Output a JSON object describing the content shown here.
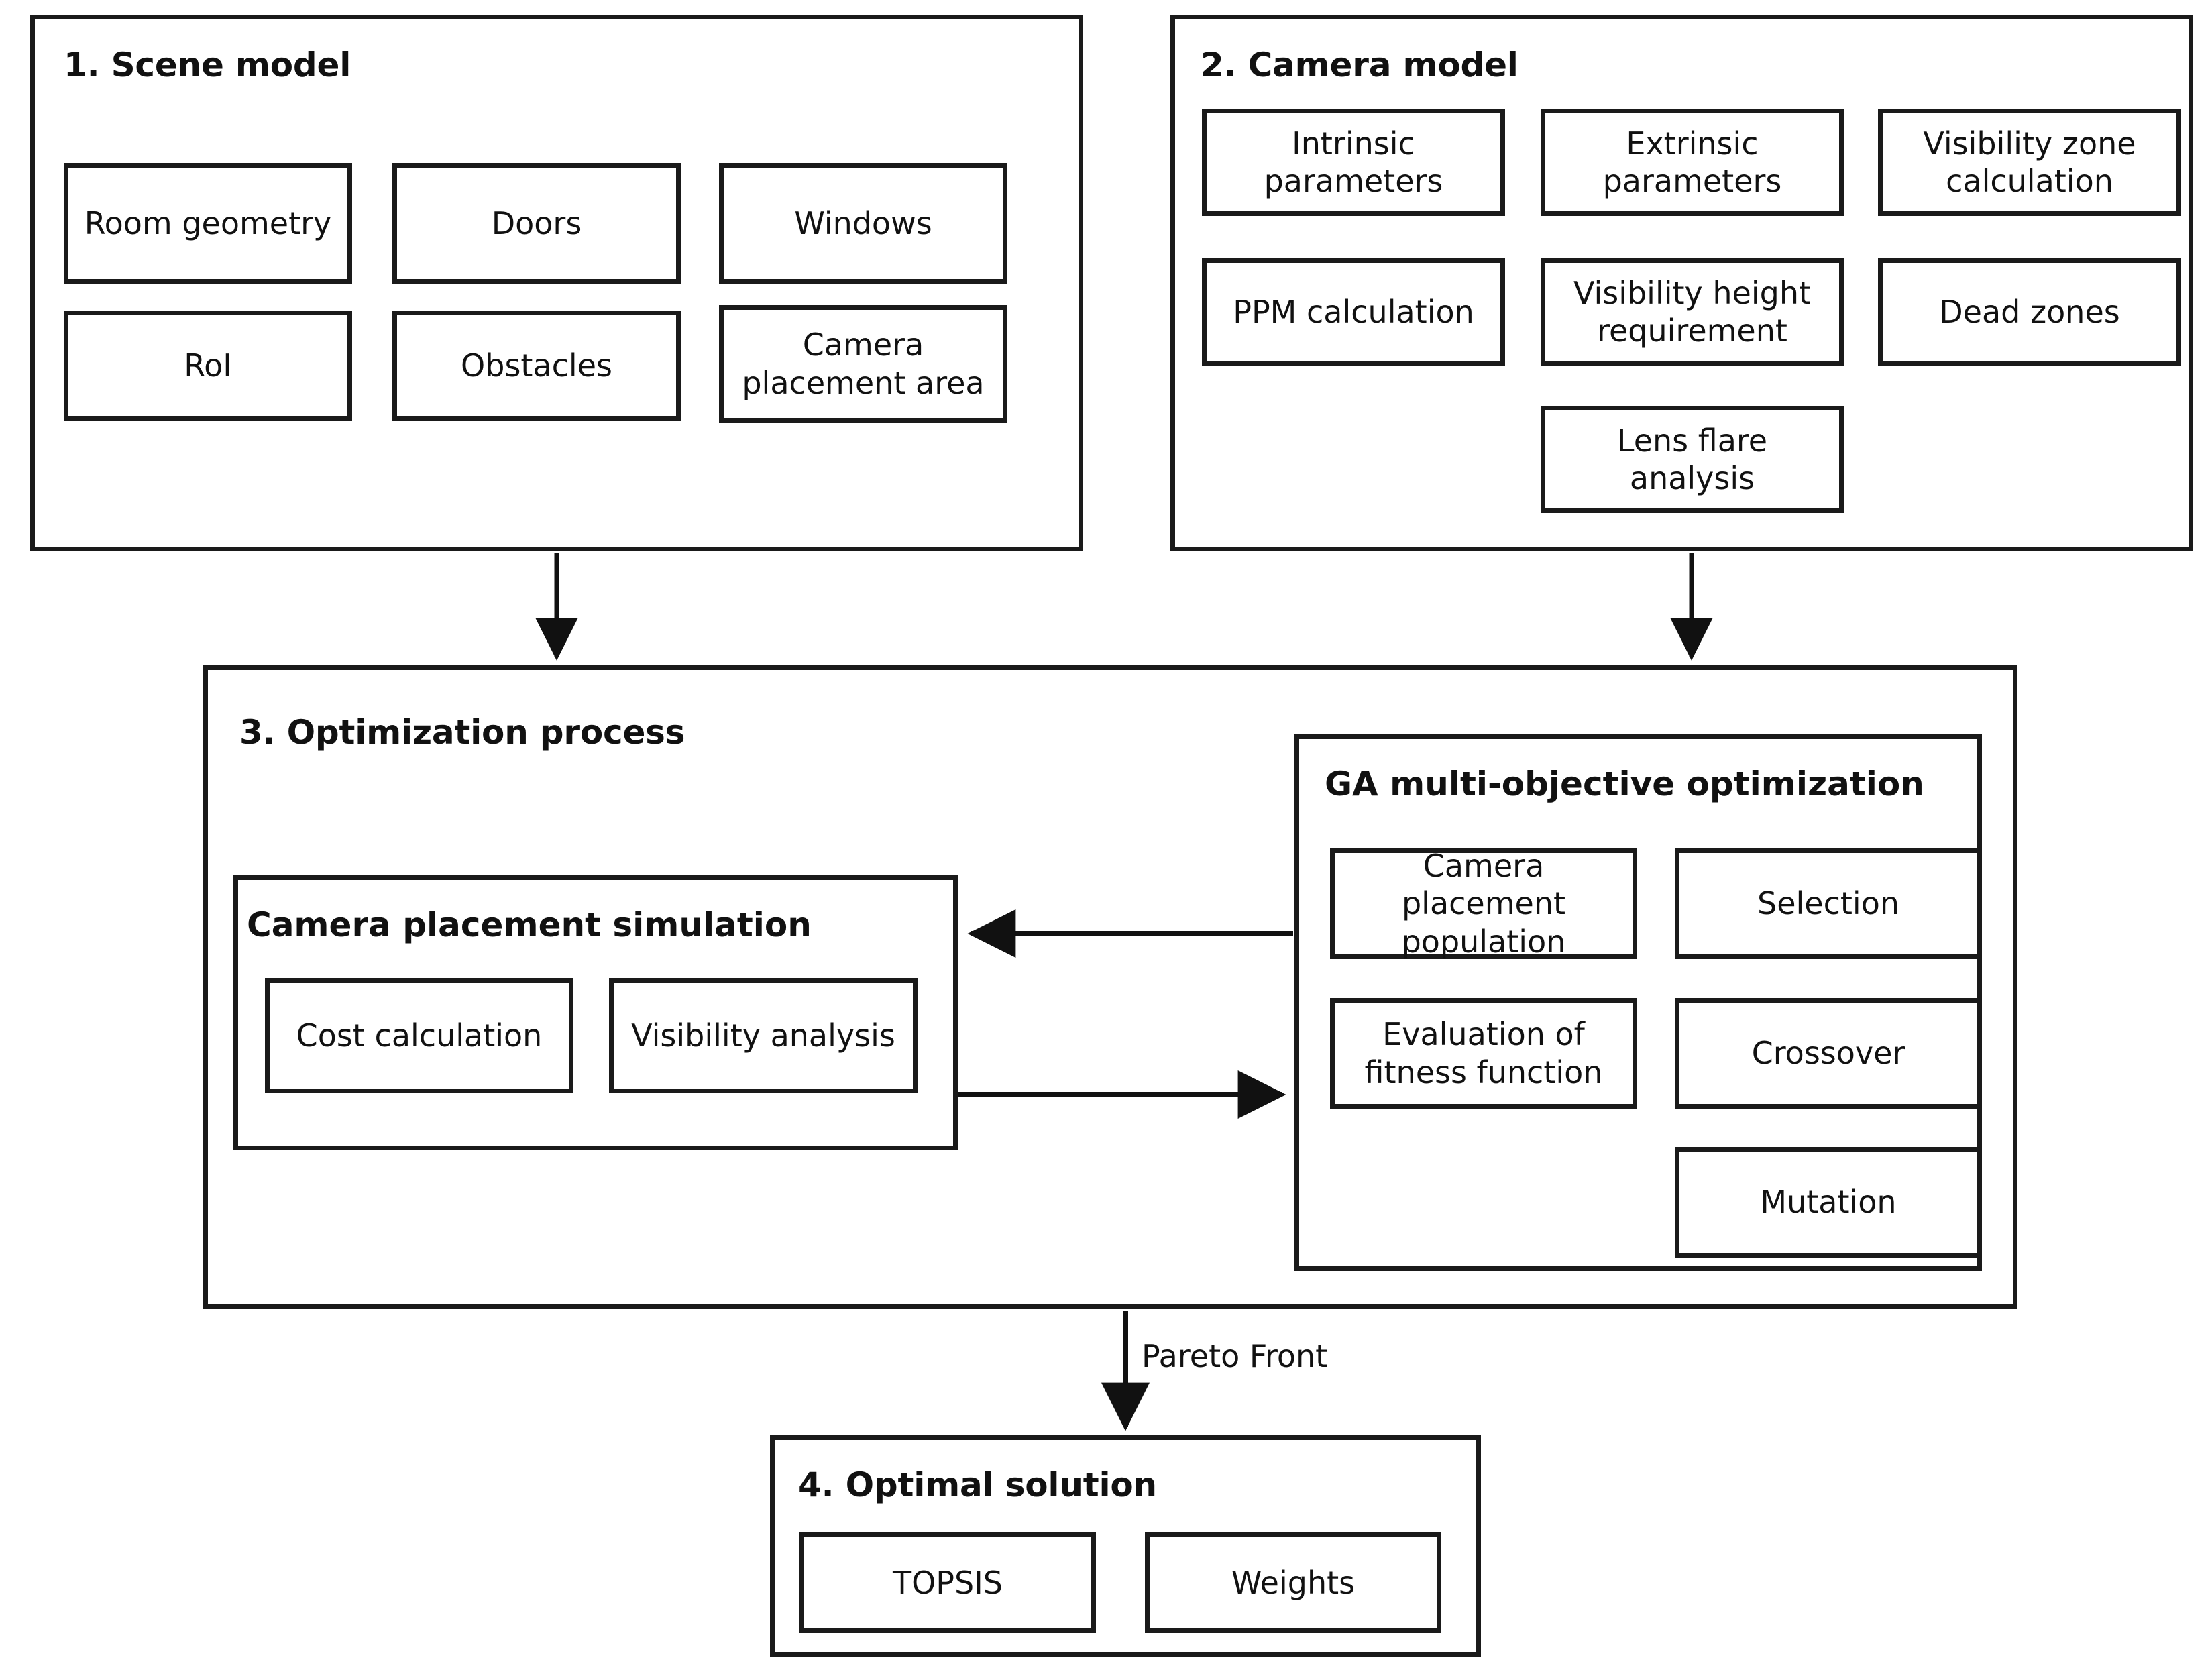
{
  "diagram": {
    "title": "Camera placement optimization framework flowchart",
    "stages": [
      {
        "id": "scene-model",
        "title": "1. Scene model",
        "items": [
          "Room geometry",
          "Doors",
          "Windows",
          "RoI",
          "Obstacles",
          "Camera placement area"
        ]
      },
      {
        "id": "camera-model",
        "title": "2. Camera model",
        "items": [
          "Intrinsic parameters",
          "Extrinsic parameters",
          "Visibility zone calculation",
          "PPM calculation",
          "Visibility height requirement",
          "Dead zones",
          "Lens flare analysis"
        ]
      },
      {
        "id": "optimization-process",
        "title": "3. Optimization process",
        "groups": [
          {
            "id": "camera-placement-simulation",
            "title": "Camera placement simulation",
            "items": [
              "Cost calculation",
              "Visibility analysis"
            ]
          },
          {
            "id": "ga-multi-objective-optimization",
            "title": "GA multi-objective optimization",
            "items": [
              "Camera placement population",
              "Selection",
              "Evaluation of fitness function",
              "Crossover",
              "Mutation"
            ]
          }
        ]
      },
      {
        "id": "optimal-solution",
        "title": "4. Optimal solution",
        "items": [
          "TOPSIS",
          "Weights"
        ]
      }
    ],
    "edges": [
      {
        "id": "scene-to-optimization",
        "label": ""
      },
      {
        "id": "camera-to-optimization",
        "label": ""
      },
      {
        "id": "ga-to-simulation",
        "label": ""
      },
      {
        "id": "simulation-to-ga",
        "label": ""
      },
      {
        "id": "optimization-to-optimal",
        "label": "Pareto Front"
      }
    ],
    "colors": {
      "stroke": "#1a1a1a",
      "background": "#ffffff",
      "text": "#111111"
    }
  }
}
